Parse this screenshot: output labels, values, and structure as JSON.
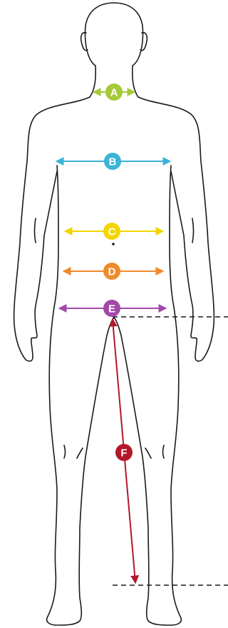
{
  "measurements": [
    {
      "key": "neck",
      "label": "A",
      "color": "#a6c93a"
    },
    {
      "key": "chest",
      "label": "B",
      "color": "#3bb4d6"
    },
    {
      "key": "waist",
      "label": "C",
      "color": "#f2d600"
    },
    {
      "key": "stomach",
      "label": "D",
      "color": "#f08a2c"
    },
    {
      "key": "hips",
      "label": "E",
      "color": "#a24aa8"
    },
    {
      "key": "inseam",
      "label": "F",
      "color": "#b3182a"
    }
  ],
  "icons": {
    "figure": "human-body-figure-icon",
    "arrow": "double-headed-arrow-icon",
    "guide": "dashed-guide-line"
  }
}
